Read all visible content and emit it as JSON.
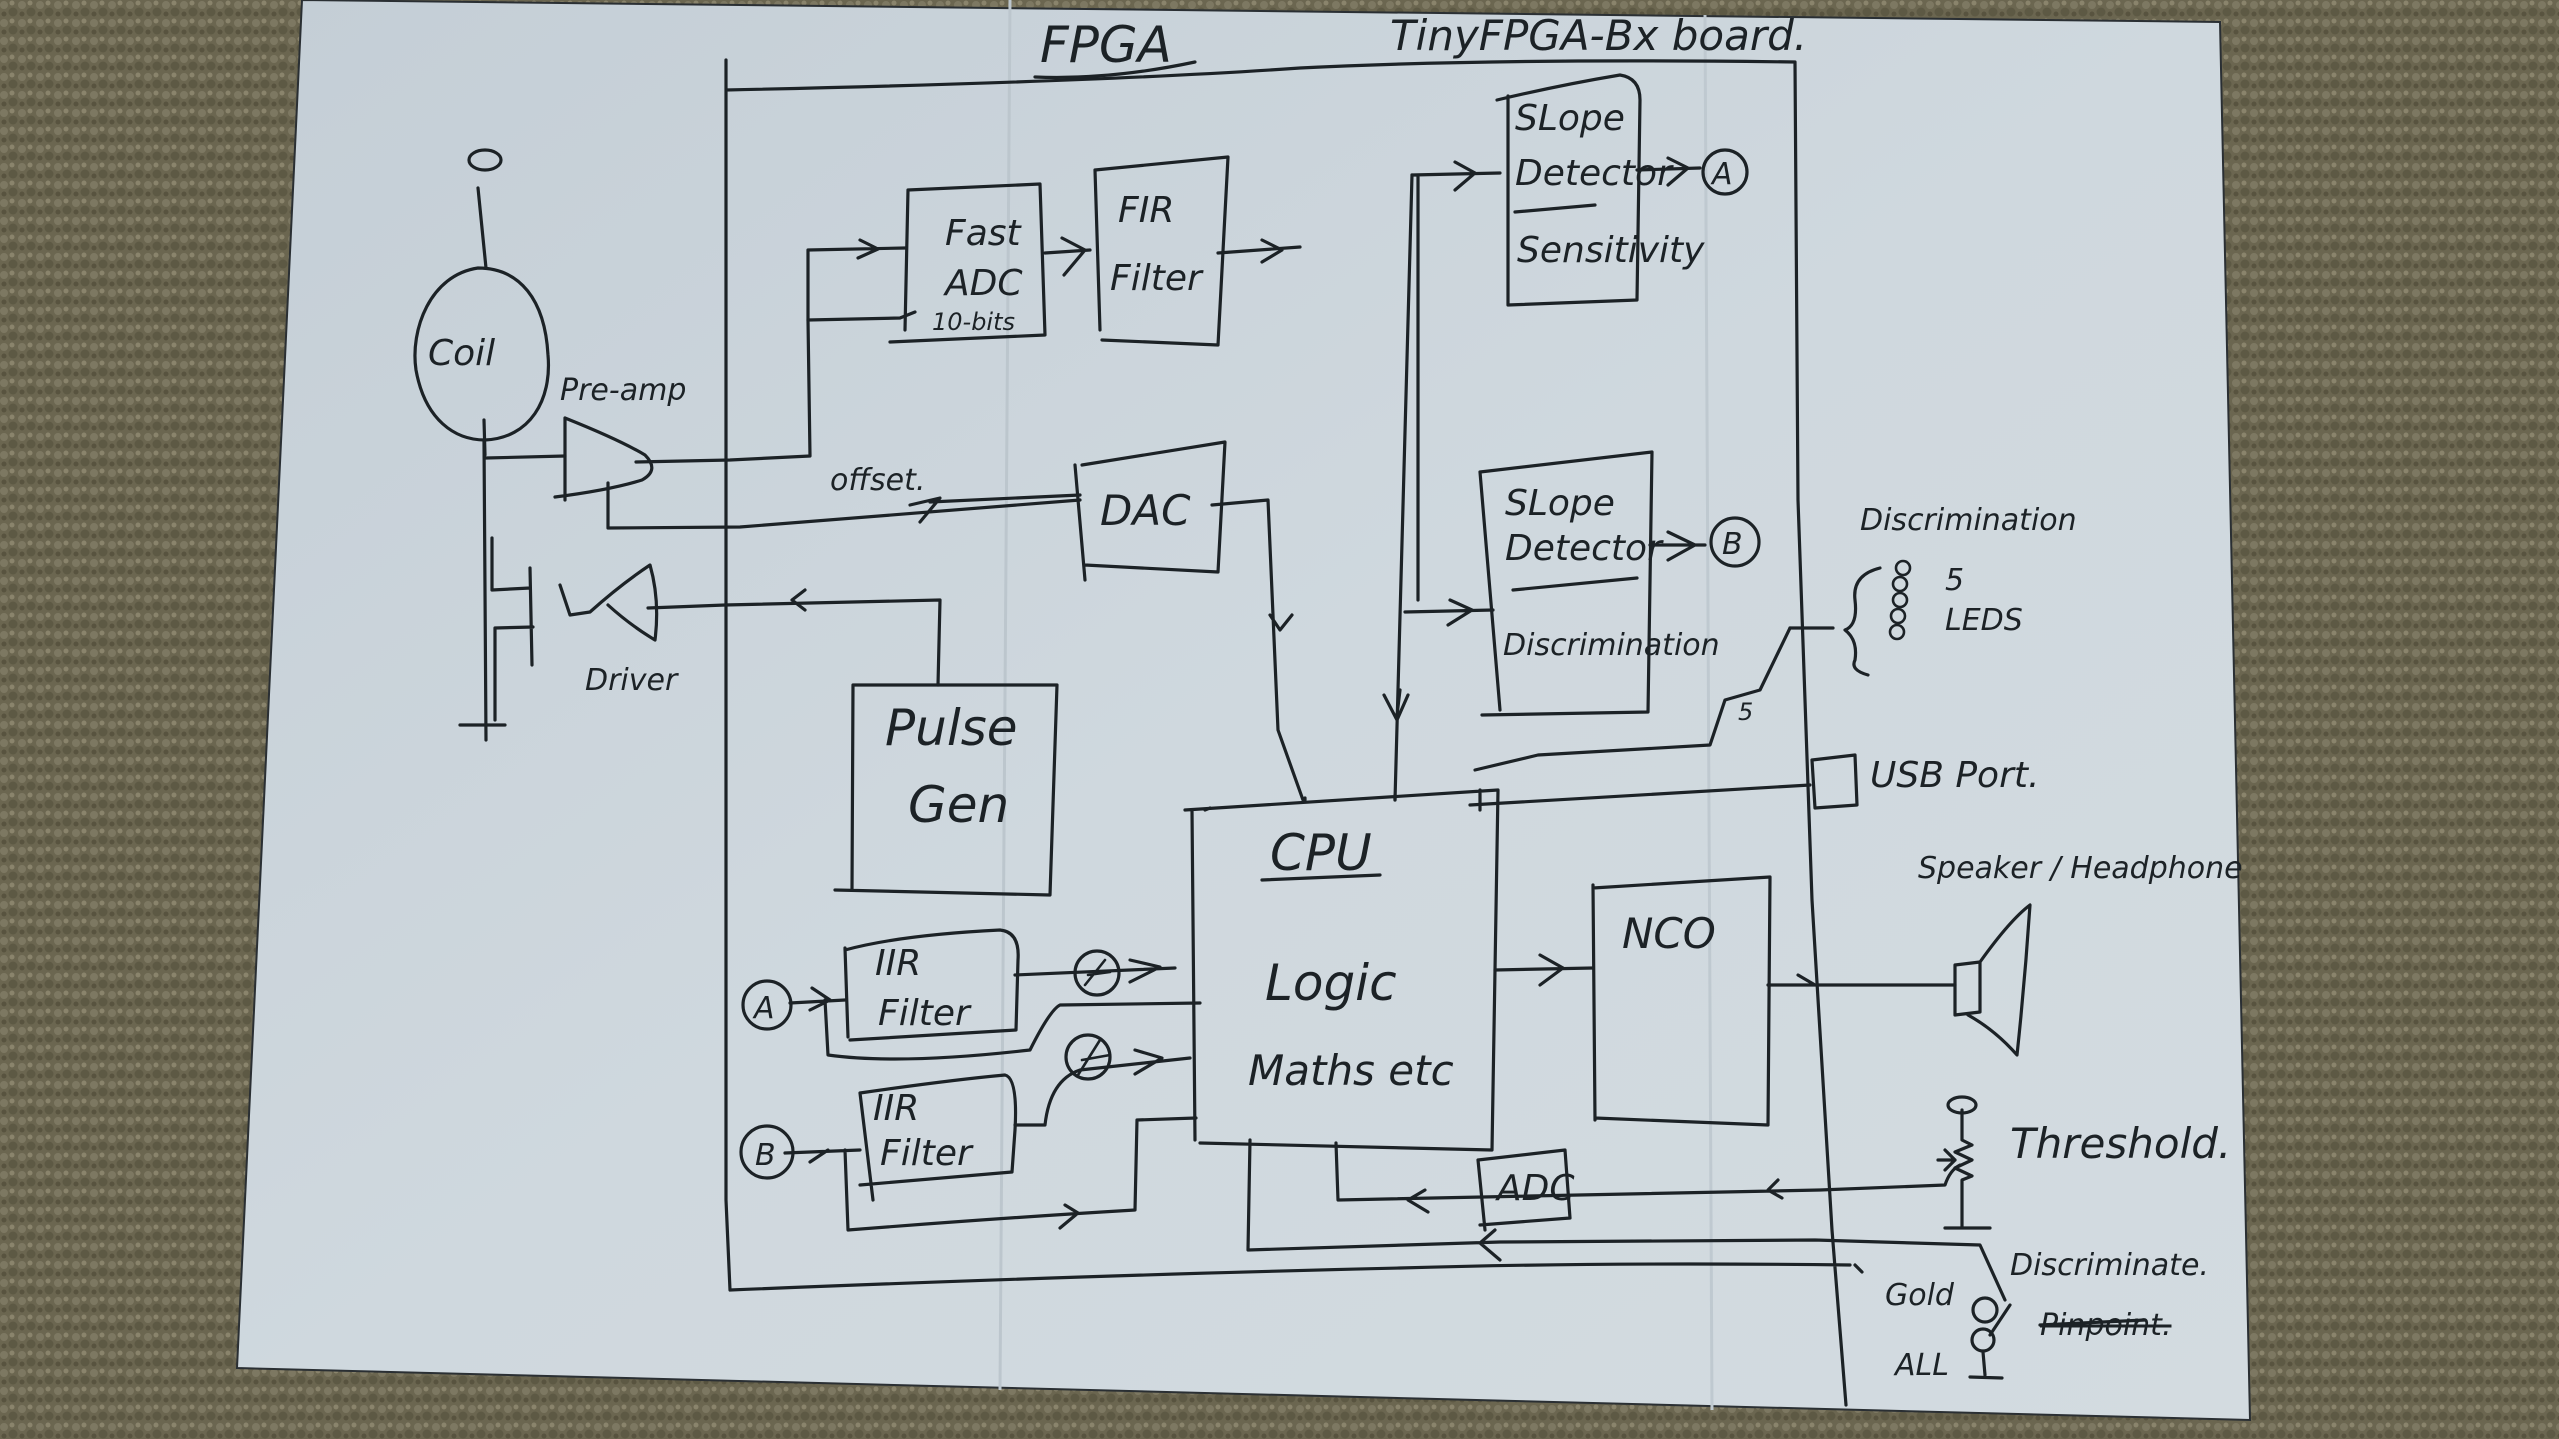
{
  "diagram": {
    "title": "FPGA",
    "board_label": "TinyFPGA-Bx board.",
    "colors": {
      "paper": "#c9d3d9",
      "ink": "#1c2226",
      "carpet": "#6b6650"
    },
    "blocks": {
      "coil": {
        "label": "Coil"
      },
      "preamp": {
        "label": "Pre-amp"
      },
      "driver": {
        "label": "Driver"
      },
      "fast_adc": {
        "line1": "Fast",
        "line2": "ADC",
        "line3": "10-bits"
      },
      "fir_filter": {
        "line1": "FIR",
        "line2": "Filter"
      },
      "slope_detector_a": {
        "line1": "SLope",
        "line2": "Detector",
        "line3": "Sensitivity"
      },
      "slope_detector_b": {
        "line1": "SLope",
        "line2": "Detector",
        "line3": "Discrimination"
      },
      "dac": {
        "label": "DAC"
      },
      "pulse_gen": {
        "line1": "Pulse",
        "line2": "Gen"
      },
      "cpu": {
        "line1": "CPU",
        "line2": "Logic",
        "line3": "Maths etc"
      },
      "nco": {
        "label": "NCO"
      },
      "iir_filter_a": {
        "line1": "IIR",
        "line2": "Filter"
      },
      "iir_filter_b": {
        "line1": "IIR",
        "line2": "Filter"
      },
      "adc": {
        "label": "ADC"
      }
    },
    "connectors": {
      "a_out": "A",
      "b_out": "B",
      "a_in": "A",
      "b_in": "B"
    },
    "annotations": {
      "offset": "offset.",
      "bus_width": "5",
      "discrimination_title": "Discrimination",
      "leds_count": "5",
      "leds_label": "LEDS",
      "usb_port": "USB Port.",
      "speaker": "Speaker / Headphone",
      "threshold": "Threshold.",
      "discriminate": "Discriminate.",
      "pinpoint_struck": "Pinpoint.",
      "switch_gold": "Gold",
      "switch_all": "ALL"
    }
  }
}
